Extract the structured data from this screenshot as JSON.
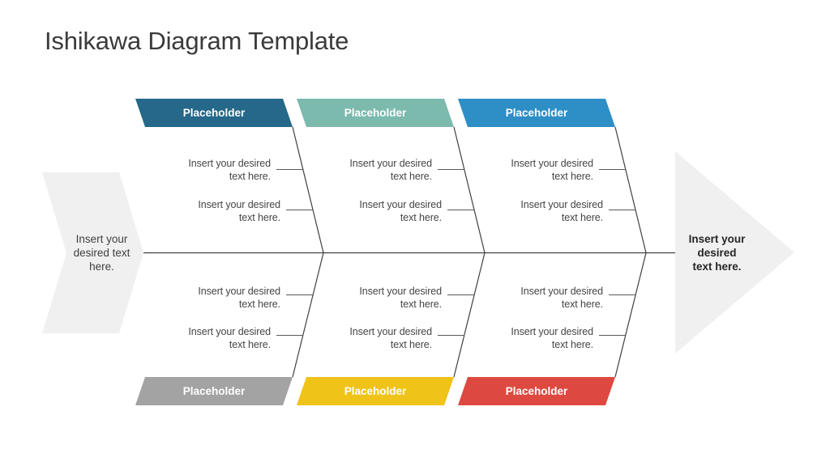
{
  "slide": {
    "title": "Ishikawa Diagram Template"
  },
  "colors": {
    "category_top": [
      "#256889",
      "#7CBAAE",
      "#2E8EC6"
    ],
    "category_bottom": [
      "#A3A3A3",
      "#F0C319",
      "#DD4940"
    ],
    "arrow_fill": "#F0F0F0",
    "spine_line": "#404040",
    "connector_line": "#595959"
  },
  "categories": {
    "top": [
      {
        "label": "Placeholder"
      },
      {
        "label": "Placeholder"
      },
      {
        "label": "Placeholder"
      }
    ],
    "bottom": [
      {
        "label": "Placeholder"
      },
      {
        "label": "Placeholder"
      },
      {
        "label": "Placeholder"
      }
    ]
  },
  "cause_label": {
    "line1": "Insert your desired",
    "line2": "text here."
  },
  "tail_arrow": {
    "line1": "Insert your",
    "line2": "desired text",
    "line3": "here."
  },
  "head_arrow": {
    "line1": "Insert your",
    "line2": "desired",
    "line3": "text here."
  }
}
